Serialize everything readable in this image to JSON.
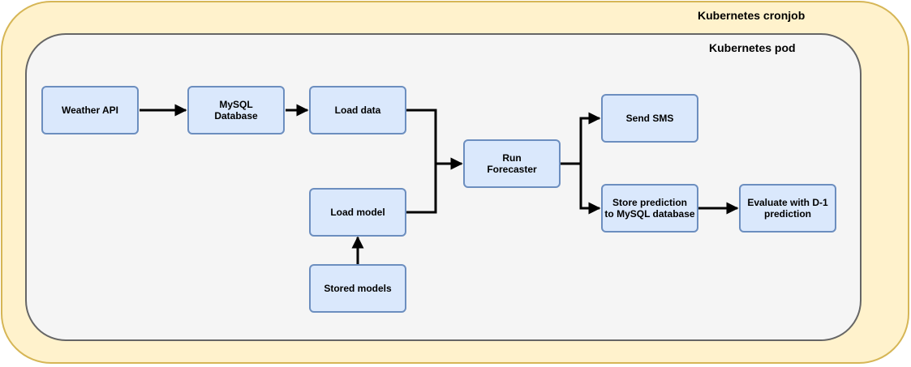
{
  "groups": {
    "cronjob_label": "Kubernetes cronjob",
    "pod_label": "Kubernetes pod"
  },
  "nodes": {
    "weather_api": "Weather API",
    "mysql_database": "MySQL\nDatabase",
    "load_data": "Load data",
    "load_model": "Load model",
    "stored_models": "Stored models",
    "run_forecaster": "Run\nForecaster",
    "send_sms": "Send SMS",
    "store_prediction": "Store prediction\nto MySQL database",
    "evaluate": "Evaluate with D-1\nprediction"
  },
  "colors": {
    "cronjob_fill": "#fff2cc",
    "cronjob_stroke": "#d6b656",
    "pod_fill": "#f5f5f5",
    "pod_stroke": "#666666",
    "node_fill": "#dae8fc",
    "node_stroke": "#6c8ebf",
    "edge": "#000000"
  }
}
